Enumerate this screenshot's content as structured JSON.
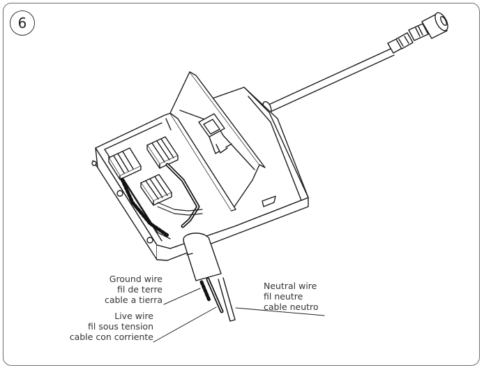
{
  "step_number": "6",
  "labels": {
    "ground": [
      "Ground wire",
      "fil de terre",
      "cable a tierra"
    ],
    "live": [
      "Live wire",
      "fil sous tension",
      "cable con corriente"
    ],
    "neutral": [
      "Neutral wire",
      "fil neutre",
      "cable neutro"
    ]
  },
  "colors": {
    "line": "#1a1a1a",
    "wire_dark": "#111111",
    "frame": "#6b6b6b"
  }
}
